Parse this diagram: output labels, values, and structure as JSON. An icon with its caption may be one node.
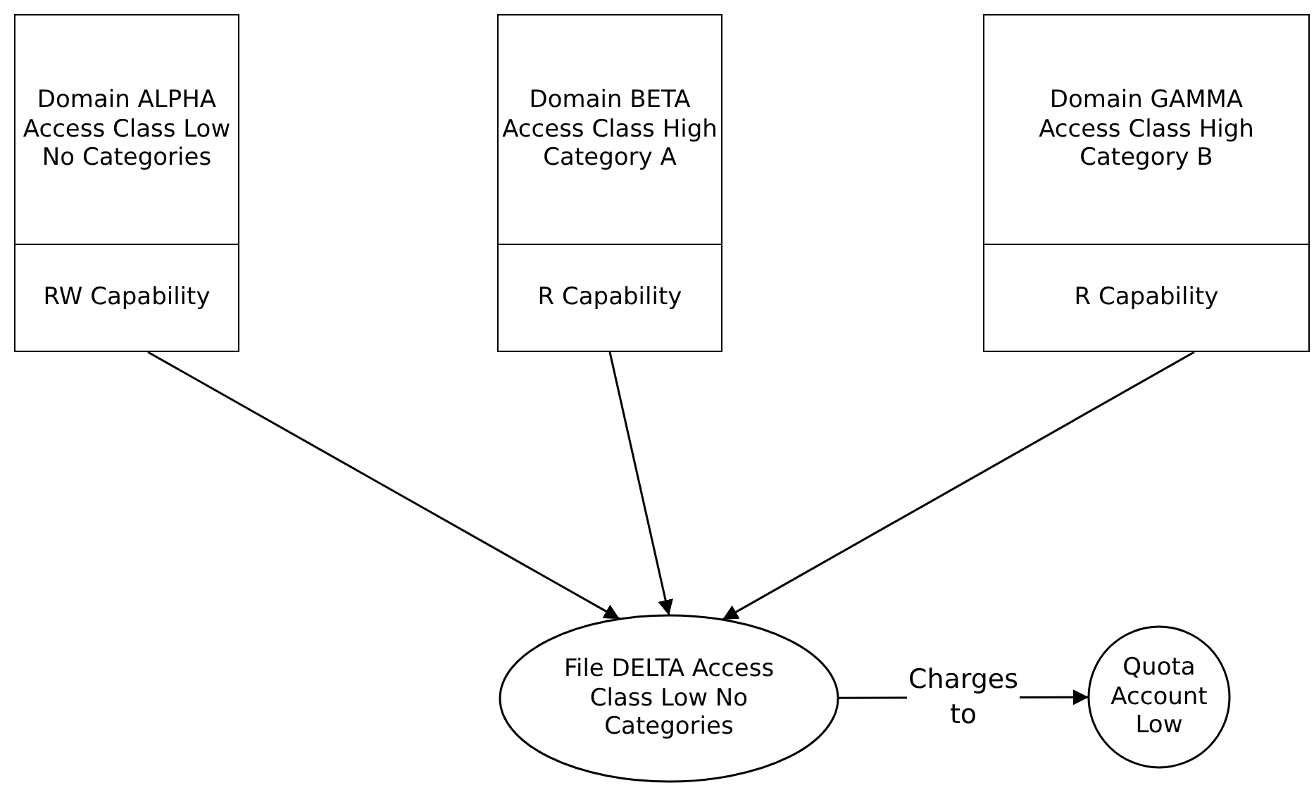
{
  "diagram": {
    "nodes": [
      {
        "text": [
          "Domain ALPHA Access Class Low No Categories",
          "RW Capability"
        ]
      },
      {
        "text": [
          "Domain BETA Access Class High Category A",
          "R Capability"
        ]
      },
      {
        "text": [
          "Domain GAMMA Access Class High Category B",
          "R Capability"
        ]
      },
      {
        "text": [
          "File DELTA Access Class Low No Categories"
        ]
      },
      {
        "text": [
          "Quota Account Low"
        ]
      }
    ],
    "edges": [
      {
        "from": 0,
        "to": 3,
        "arrow": "to"
      },
      {
        "from": 1,
        "to": 3,
        "arrow": "to"
      },
      {
        "from": 2,
        "to": 3,
        "arrow": "to"
      },
      {
        "from": 3,
        "to": 4,
        "arrow": "to",
        "label": "Charges to"
      }
    ]
  }
}
